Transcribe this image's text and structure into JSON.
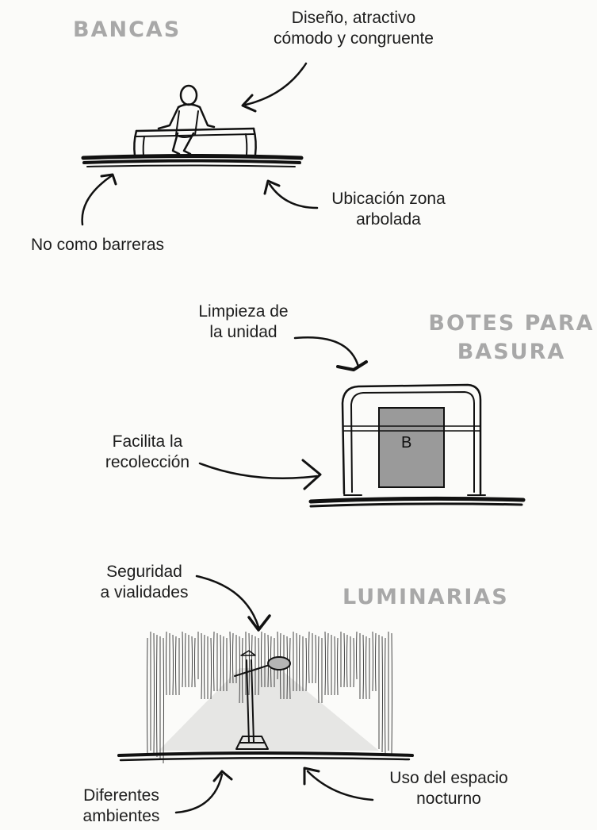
{
  "sections": {
    "bancas": {
      "title": "BANCAS",
      "labels": {
        "design": [
          "Diseño, atractivo",
          "cómodo y congruente"
        ],
        "barriers": [
          "No como barreras"
        ],
        "location": [
          "Ubicación zona",
          "arbolada"
        ]
      }
    },
    "botes": {
      "title": [
        "BOTES PARA",
        "BASURA"
      ],
      "bin_letter": "B",
      "labels": {
        "cleaning": [
          "Limpieza de",
          "la unidad"
        ],
        "collection": [
          "Facilita la",
          "recolección"
        ]
      }
    },
    "luminarias": {
      "title": "LUMINARIAS",
      "labels": {
        "safety": [
          "Seguridad",
          "a vialidades"
        ],
        "ambients": [
          "Diferentes",
          "ambientes"
        ],
        "night_use": [
          "Uso del espacio",
          "nocturno"
        ]
      }
    }
  },
  "colors": {
    "heading": "#a8a8a8",
    "ink": "#111111",
    "bin_fill": "#9a9a9a",
    "light_cone": "#e6e6e4"
  }
}
